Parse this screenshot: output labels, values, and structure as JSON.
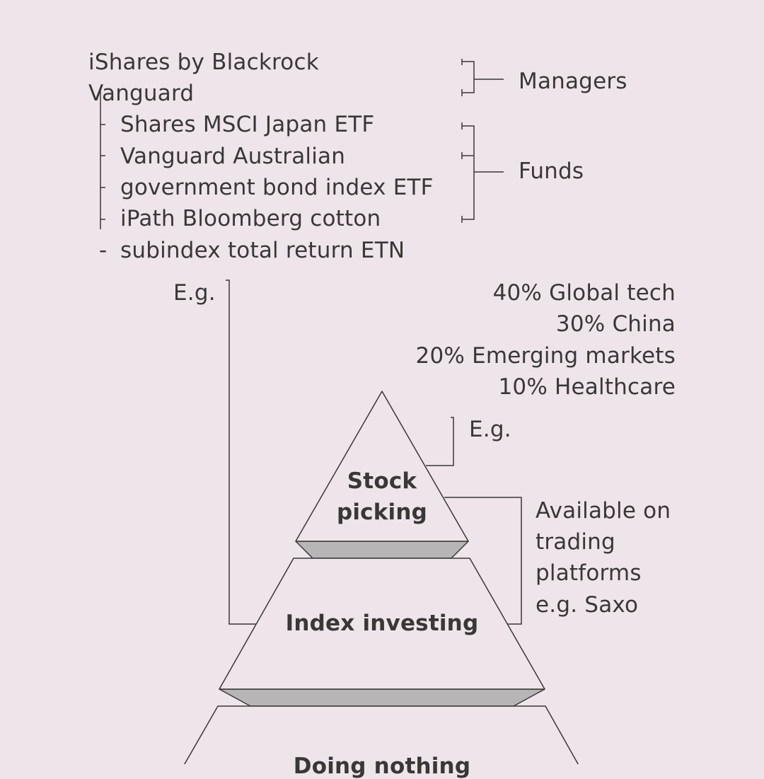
{
  "managers_list": [
    "iShares by Blackrock",
    "Vanguard"
  ],
  "managers_label": "Managers",
  "funds_list": [
    "Shares MSCI Japan ETF",
    "Vanguard Australian",
    "government bond index ETF",
    "iPath Bloomberg cotton",
    "subindex total return ETN"
  ],
  "funds_label": "Funds",
  "bullet": "-",
  "eg_index": "E.g.",
  "eg_stock": "E.g.",
  "allocation": [
    "40% Global tech",
    "30% China",
    "20% Emerging markets",
    "10% Healthcare"
  ],
  "pyramid": {
    "top": [
      "Stock",
      "picking"
    ],
    "middle": "Index investing",
    "bottom": "Doing nothing"
  },
  "availability": [
    "Available on",
    "trading",
    "platforms",
    "e.g. Saxo"
  ],
  "colors": {
    "background": "#eee5ea",
    "text": "#3a3737",
    "ledge": "#b7b5b6"
  }
}
